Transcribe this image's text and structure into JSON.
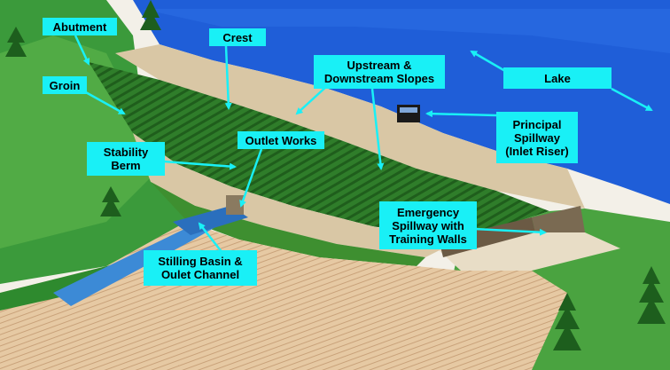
{
  "diagram": {
    "labels": {
      "abutment": "Abutment",
      "crest": "Crest",
      "groin": "Groin",
      "slopes": "Upstream & Downstream Slopes",
      "lake": "Lake",
      "stability_berm": "Stability Berm",
      "outlet_works": "Outlet Works",
      "principal_spillway": "Principal Spillway (Inlet Riser)",
      "emergency_spillway": "Emergency Spillway with Training Walls",
      "stilling_basin": "Stilling Basin & Oulet Channel"
    },
    "colors": {
      "label_bg": "#19f0f6",
      "arrow": "#19f0f6",
      "lake": "#1f5ed8",
      "grass": "#2e8a2e",
      "embankment": "#2f7d2a",
      "sand": "#e6c9a3"
    }
  }
}
